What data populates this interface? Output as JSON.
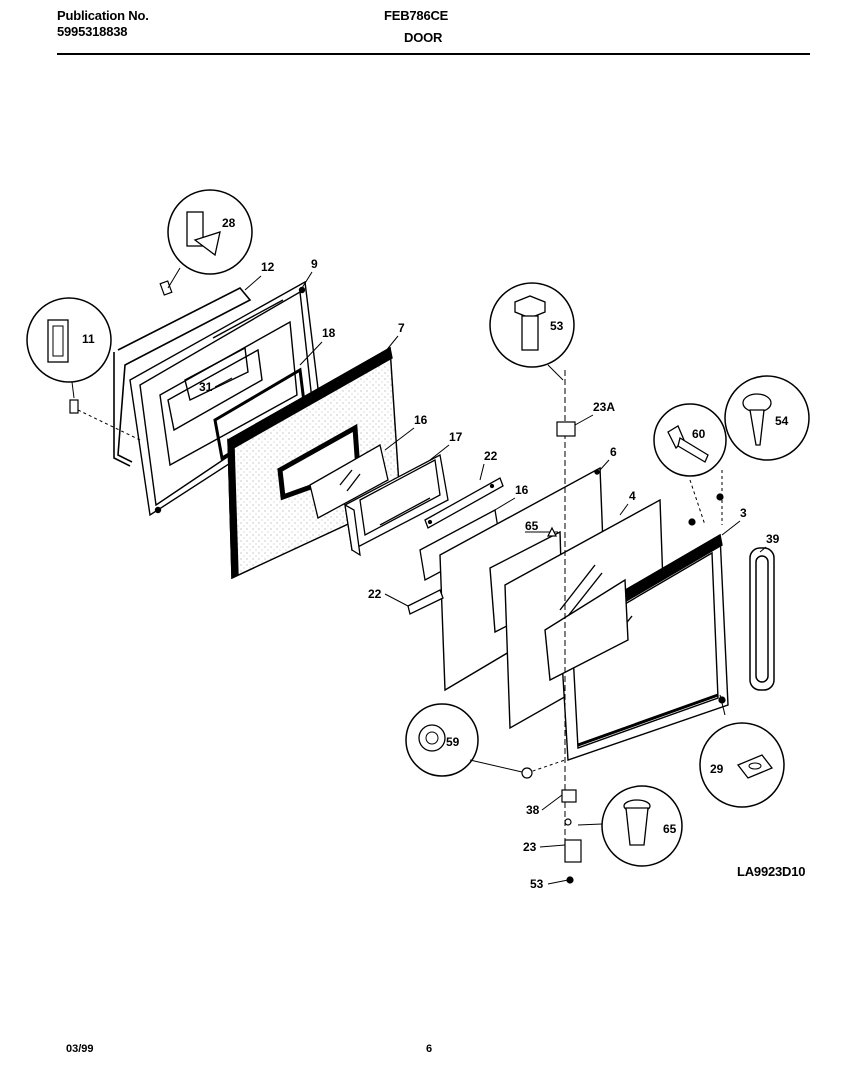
{
  "header": {
    "publication_label": "Publication No.",
    "publication_number": "5995318838",
    "model": "FEB786CE",
    "section": "DOOR"
  },
  "diagram_code": "LA9923D10",
  "footer": {
    "date": "03/99",
    "page": "6"
  },
  "callouts": {
    "c28": "28",
    "c11": "11",
    "c53": "53",
    "c60": "60",
    "c54": "54",
    "c59": "59",
    "c29": "29",
    "c65": "65"
  },
  "labels": {
    "l12": "12",
    "l9": "9",
    "l18": "18",
    "l7": "7",
    "l31": "31",
    "l16a": "16",
    "l17": "17",
    "l22a": "22",
    "l16b": "16",
    "l22b": "22",
    "l23A": "23A",
    "l6": "6",
    "l65": "65",
    "l4": "4",
    "l3": "3",
    "l39": "39",
    "l38": "38",
    "l23": "23",
    "l53": "53"
  }
}
